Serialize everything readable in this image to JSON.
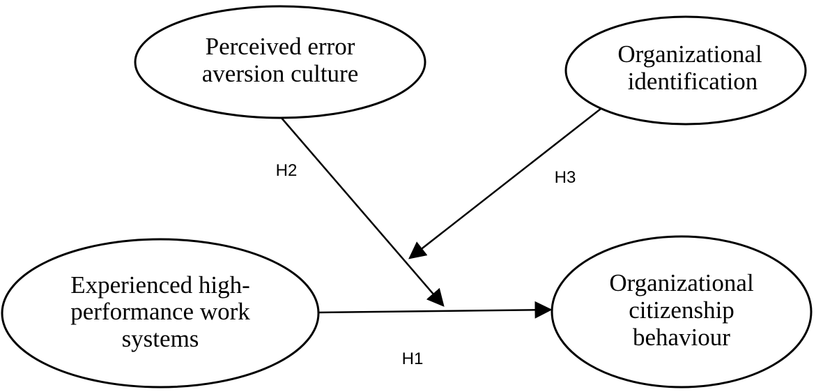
{
  "nodes": {
    "error_aversion": {
      "lines": [
        "Perceived error",
        "aversion culture"
      ]
    },
    "org_identification": {
      "lines": [
        "Organizational",
        "identification"
      ]
    },
    "hpws": {
      "lines": [
        "Experienced high-",
        "performance work",
        "systems"
      ]
    },
    "ocb": {
      "lines": [
        "Organizational",
        "citizenship",
        "behaviour"
      ]
    }
  },
  "hypotheses": {
    "h1": "H1",
    "h2": "H2",
    "h3": "H3"
  },
  "colors": {
    "stroke": "#000000",
    "background": "#ffffff"
  }
}
